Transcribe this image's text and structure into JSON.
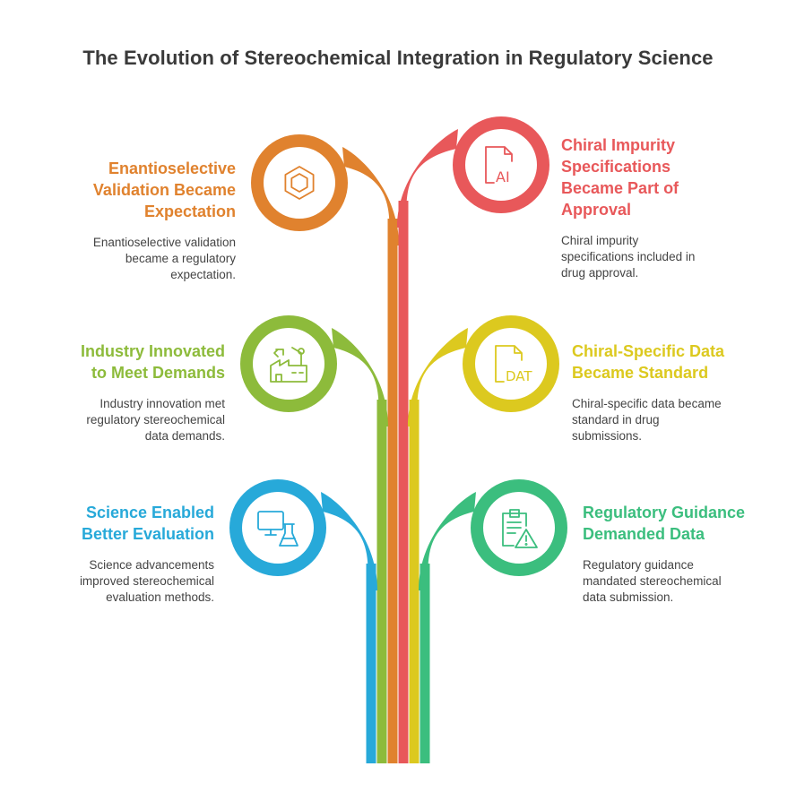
{
  "title": "The Evolution of Stereochemical Integration in Regulatory Science",
  "colors": {
    "orange": "#E0822E",
    "red": "#E8585A",
    "lime": "#8DBB3B",
    "yellow": "#DCC91F",
    "blue": "#27A9D9",
    "green": "#3BBE7E"
  },
  "items": [
    {
      "id": "enantioselective",
      "side": "left",
      "color": "orange",
      "icon": "hexagon-molecule-icon",
      "heading": [
        "Enantioselective",
        "Validation Became",
        "Expectation"
      ],
      "desc": [
        "Enantioselective validation",
        "became a regulatory",
        "expectation."
      ]
    },
    {
      "id": "chiral-impurity",
      "side": "right",
      "color": "red",
      "icon": "ai-document-icon",
      "icon_text": "AI",
      "heading": [
        "Chiral Impurity",
        "Specifications",
        "Became Part of",
        "Approval"
      ],
      "desc": [
        "Chiral impurity",
        "specifications included in",
        "drug approval."
      ]
    },
    {
      "id": "industry",
      "side": "left",
      "color": "lime",
      "icon": "factory-robot-icon",
      "heading": [
        "Industry Innovated",
        "to Meet Demands"
      ],
      "desc": [
        "Industry innovation met",
        "regulatory stereochemical",
        "data demands."
      ]
    },
    {
      "id": "chiral-data",
      "side": "right",
      "color": "yellow",
      "icon": "dat-document-icon",
      "icon_text": "DAT",
      "heading": [
        "Chiral-Specific Data",
        "Became Standard"
      ],
      "desc": [
        "Chiral-specific data became",
        "standard in drug",
        "submissions."
      ]
    },
    {
      "id": "science",
      "side": "left",
      "color": "blue",
      "icon": "monitor-flask-icon",
      "heading": [
        "Science Enabled",
        "Better Evaluation"
      ],
      "desc": [
        "Science advancements",
        "improved stereochemical",
        "evaluation methods."
      ]
    },
    {
      "id": "guidance",
      "side": "right",
      "color": "green",
      "icon": "clipboard-warning-icon",
      "heading": [
        "Regulatory Guidance",
        "Demanded Data"
      ],
      "desc": [
        "Regulatory guidance",
        "mandated stereochemical",
        "data submission."
      ]
    }
  ]
}
